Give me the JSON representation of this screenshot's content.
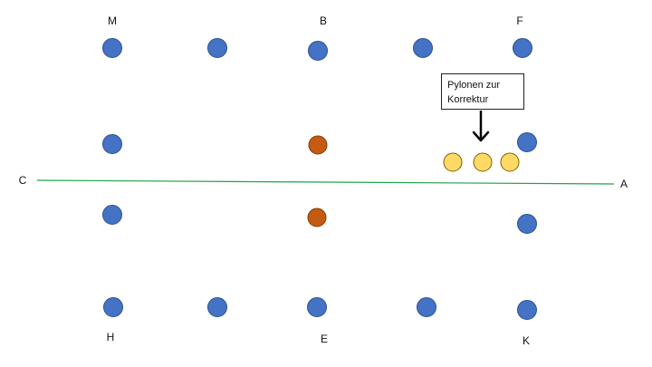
{
  "colors": {
    "cone_blue": "#4472C4",
    "cone_blue_stroke": "#2F528F",
    "cone_orange": "#C55A11",
    "cone_orange_stroke": "#843C0C",
    "cone_yellow": "#FFD966",
    "cone_yellow_stroke": "#7F6000",
    "centerline": "#1FA34A",
    "arrow": "#000000"
  },
  "letters": {
    "M": "M",
    "B": "B",
    "F": "F",
    "C": "C",
    "A": "A",
    "H": "H",
    "E": "E",
    "K": "K"
  },
  "callout": {
    "line1": "Pylonen zur",
    "line2": "Korrektur",
    "arrow_icon": "arrow-down-icon"
  },
  "cones": {
    "blue": 14,
    "orange": 2,
    "yellow": 3
  }
}
